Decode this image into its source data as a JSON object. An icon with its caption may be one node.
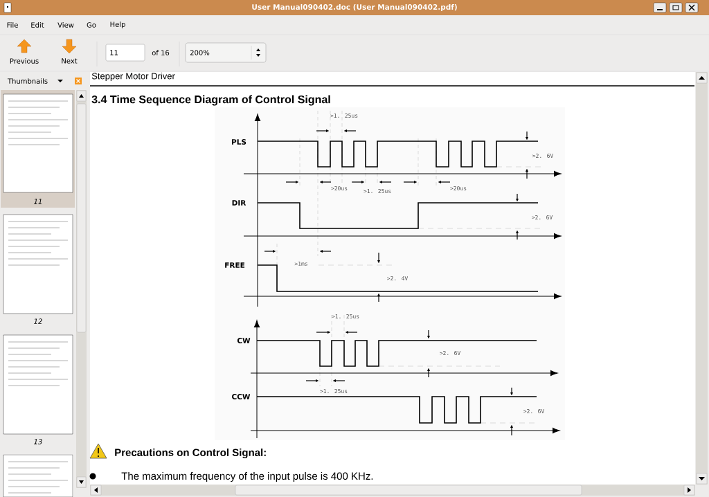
{
  "diagram": {
    "title": "3.4 Time Sequence Diagram of Control Signal",
    "labels": [
      "User Manual090402.doc (User Manual090402.pdf)",
      "File",
      "Edit",
      "View",
      "Go",
      "Help",
      "Previous",
      "Next",
      "11",
      "of 16",
      "200%",
      "Thumbnails",
      "Stepper Motor Driver",
      ">1. 25us",
      "PLS",
      ">2. 6V",
      ">20us",
      ">1. 25us",
      ">20us",
      "DIR",
      ">2. 6V",
      "FREE",
      ">1ms",
      ">2. 4V",
      ">1. 25us",
      "CW",
      ">2. 6V",
      ">1. 25us",
      "CCW",
      ">2. 6V",
      "11",
      "12",
      "13",
      "Precautions on Control Signal:",
      "The maximum frequency of the input pulse is 400 KHz."
    ]
  }
}
